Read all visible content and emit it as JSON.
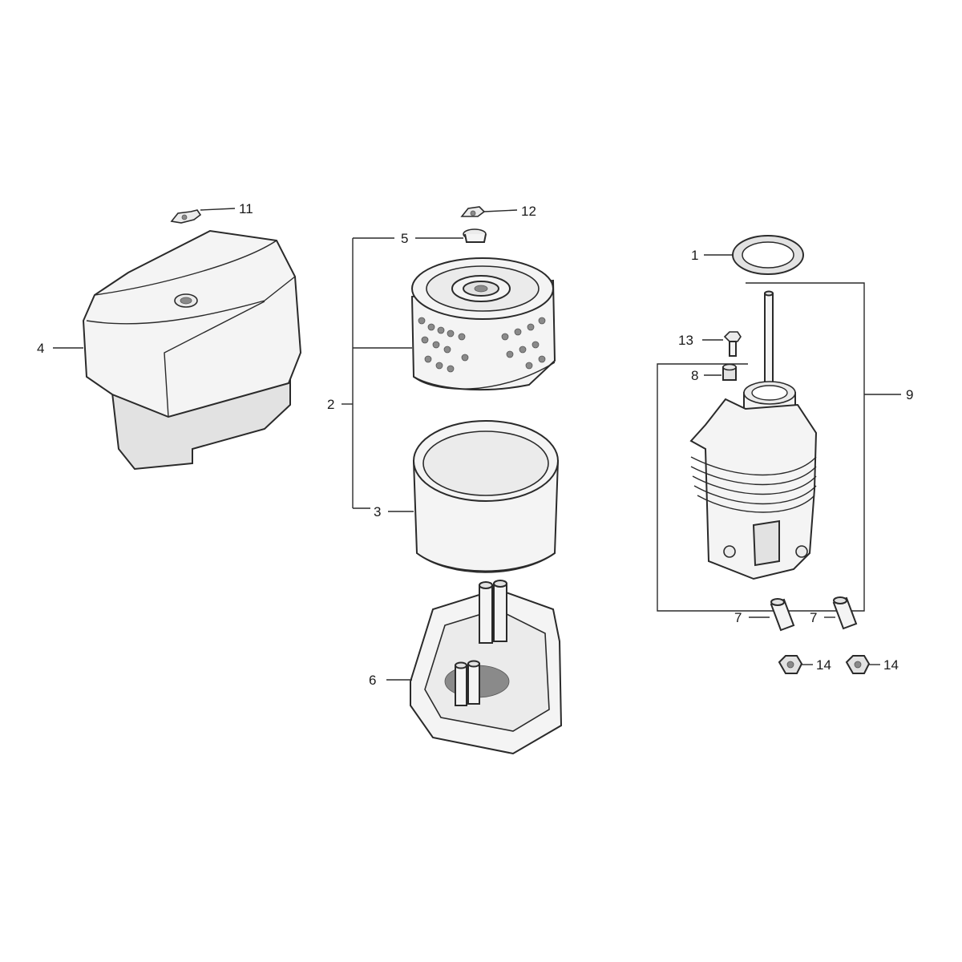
{
  "diagram": {
    "callouts": {
      "p1": "1",
      "p2": "2",
      "p3": "3",
      "p4": "4",
      "p5": "5",
      "p6": "6",
      "p7a": "7",
      "p7b": "7",
      "p8": "8",
      "p9": "9",
      "p11": "11",
      "p12": "12",
      "p13": "13",
      "p14a": "14",
      "p14b": "14"
    },
    "colors": {
      "line": "#2a2a2a",
      "fill": "#f4f4f4",
      "shade": "#e2e2e2",
      "background": "#ffffff"
    }
  }
}
